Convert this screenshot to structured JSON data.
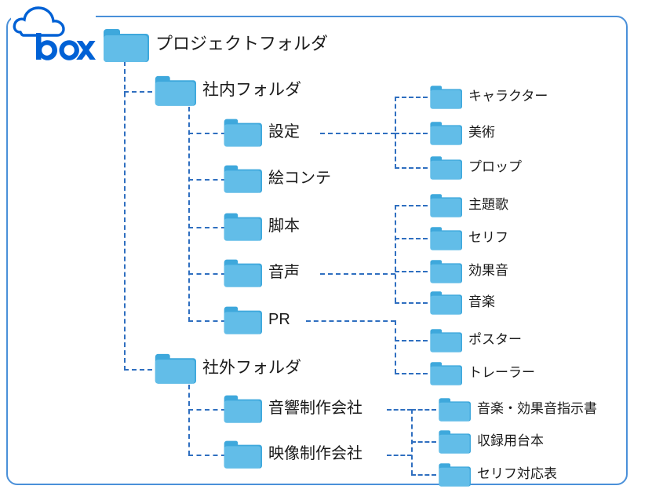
{
  "brand": {
    "name": "box",
    "logo_icon": "box-cloud-logo",
    "logo_color": "#0061D5"
  },
  "theme": {
    "frame_border": "#4a90d9",
    "connector": "#2f6fc0",
    "folder_body": "#62BDE8",
    "folder_tab": "#3EA8DC",
    "label_text": "#1a1a1a"
  },
  "tree": {
    "root": {
      "label": "プロジェクトフォルダ",
      "icon": "folder-icon"
    },
    "level1": [
      {
        "label": "社内フォルダ",
        "icon": "folder-icon"
      },
      {
        "label": "社外フォルダ",
        "icon": "folder-icon"
      }
    ],
    "internal_children": [
      {
        "label": "設定",
        "icon": "folder-icon"
      },
      {
        "label": "絵コンテ",
        "icon": "folder-icon"
      },
      {
        "label": "脚本",
        "icon": "folder-icon"
      },
      {
        "label": "音声",
        "icon": "folder-icon"
      },
      {
        "label": "PR",
        "icon": "folder-icon"
      }
    ],
    "external_children": [
      {
        "label": "音響制作会社",
        "icon": "folder-icon"
      },
      {
        "label": "映像制作会社",
        "icon": "folder-icon"
      }
    ],
    "settings_children": [
      {
        "label": "キャラクター",
        "icon": "folder-icon"
      },
      {
        "label": "美術",
        "icon": "folder-icon"
      },
      {
        "label": "プロップ",
        "icon": "folder-icon"
      }
    ],
    "audio_children": [
      {
        "label": "主題歌",
        "icon": "folder-icon"
      },
      {
        "label": "セリフ",
        "icon": "folder-icon"
      },
      {
        "label": "効果音",
        "icon": "folder-icon"
      },
      {
        "label": "音楽",
        "icon": "folder-icon"
      }
    ],
    "pr_children": [
      {
        "label": "ポスター",
        "icon": "folder-icon"
      },
      {
        "label": "トレーラー",
        "icon": "folder-icon"
      }
    ],
    "vendor_children": [
      {
        "label": "音楽・効果音指示書",
        "icon": "folder-icon"
      },
      {
        "label": "収録用台本",
        "icon": "folder-icon"
      },
      {
        "label": "セリフ対応表",
        "icon": "folder-icon"
      }
    ]
  }
}
